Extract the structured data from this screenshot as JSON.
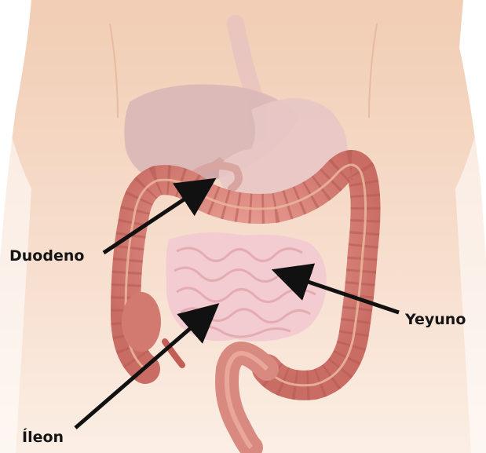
{
  "labels": {
    "duodeno": "Duodeno",
    "yeyuno": "Yeyuno",
    "ileon": "Íleon"
  },
  "colors": {
    "skin": "#f4d6c0",
    "liver": "#d9b9b9",
    "stomach": "#e5c2c2",
    "colon": "#d98a80",
    "small_intestine": "#f1c9cd",
    "arrow": "#111111"
  }
}
